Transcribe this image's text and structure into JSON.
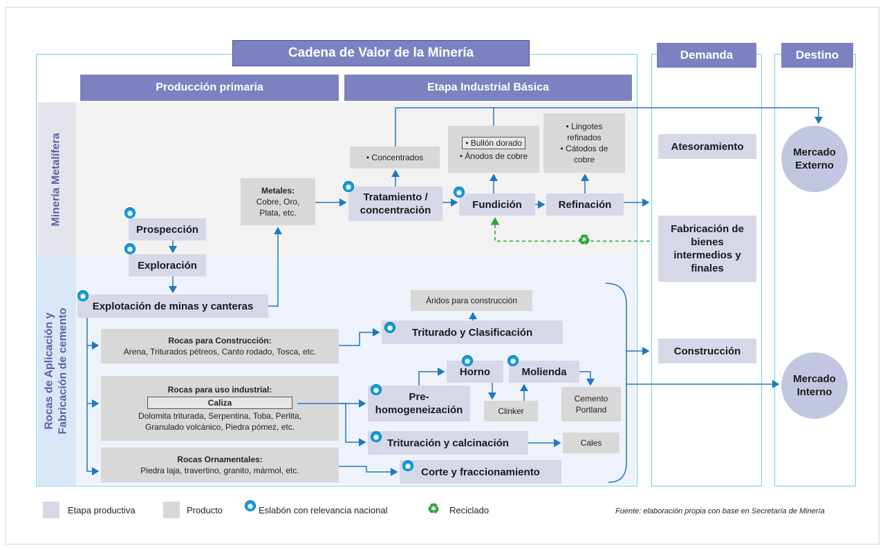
{
  "headers": {
    "main": "Cadena de Valor de la Minería",
    "primary": "Producción primaria",
    "industrial": "Etapa Industrial Básica",
    "demand": "Demanda",
    "destination": "Destino"
  },
  "row_labels": {
    "metal": "Minería Metalífera",
    "rocks_line1": "Rocas de Aplicación y",
    "rocks_line2": "Fabricación de cemento"
  },
  "stages": {
    "prospeccion": "Prospección",
    "exploracion": "Exploración",
    "explotacion": "Explotación de minas y canteras",
    "tratamiento": "Tratamiento / concentración",
    "fundicion": "Fundición",
    "refinacion": "Refinación",
    "triturado": "Triturado y Clasificación",
    "horno": "Horno",
    "molienda": "Molienda",
    "prehomog": "Pre-homogeneización",
    "trituracion": "Trituración y calcinación",
    "corte": "Corte y fraccionamiento"
  },
  "products": {
    "metales_title": "Metales:",
    "metales_text": "Cobre, Oro, Plata, etc.",
    "concentrados": "• Concentrados",
    "bullon": "• Bullón dorado",
    "anodos": "• Ánodos de cobre",
    "lingotes": "• Lingotes refinados",
    "catodos": "• Cátodos de cobre",
    "aridos": "Áridos para construcción",
    "rocas_constr_title": "Rocas para Construcción:",
    "rocas_constr_text": "Arena, Triturados pétreos, Canto rodado, Tosca, etc.",
    "rocas_ind_title": "Rocas para uso industrial:",
    "caliza": "Caliza",
    "rocas_ind_text": "Dolomita triturada, Serpentina, Toba, Perlita, Granulado volcánico, Piedra pómez, etc.",
    "rocas_orn_title": "Rocas Ornamentales:",
    "rocas_orn_text": "Piedra laja, travertino, granito, mármol, etc.",
    "clinker": "Clinker",
    "cemento": "Cemento Portland",
    "cales": "Cales"
  },
  "demand": {
    "atesoramiento": "Atesoramiento",
    "fabricacion": "Fabricación de bienes intermedios y finales",
    "construccion": "Construcción"
  },
  "destination": {
    "externo": "Mercado Externo",
    "interno": "Mercado Interno"
  },
  "legend": {
    "etapa": "Etapa productiva",
    "producto": "Producto",
    "eslabon": "Eslabón con relevancia nacional",
    "reciclado": "Reciclado"
  },
  "source": "Fuente: elaboración propia con base en Secretaría de Minería",
  "icons": {
    "national": "blue-dot-icon",
    "recycle": "recycle-icon"
  },
  "colors": {
    "header": "#7b82bf",
    "stage": "#d6d8e8",
    "product": "#d8d8d8",
    "border": "#6ad0ea",
    "arrow": "#1f78c1",
    "recycle": "#2aa53a"
  }
}
